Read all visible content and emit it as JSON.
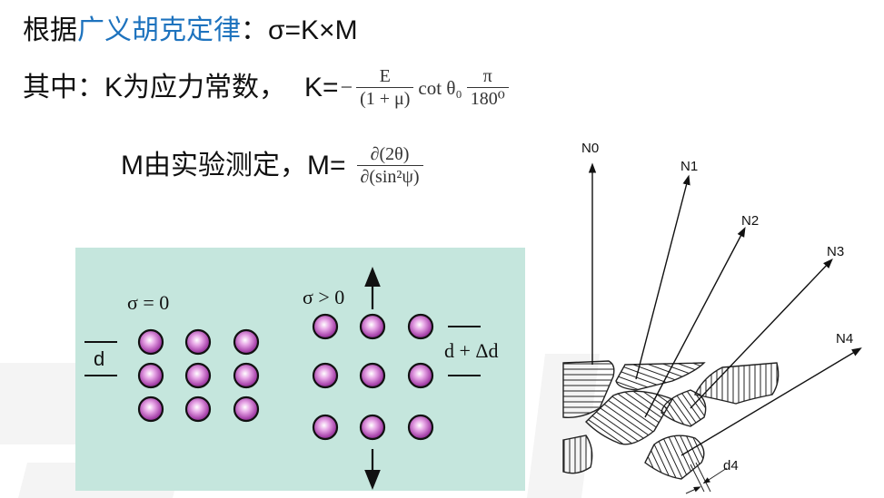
{
  "line1": {
    "prefix": "根据",
    "highlight": "广义胡克定律",
    "suffix": "：σ=K×M"
  },
  "line2": {
    "label": "其中：K为应力常数，",
    "lhs": "K=",
    "minus": "−",
    "frac1_num": "E",
    "frac1_den": "(1 + μ)",
    "middle": "cot θ₀",
    "frac2_num": "π",
    "frac2_den": "180⁰"
  },
  "line3": {
    "label": "M由实验测定，",
    "lhs": "M=",
    "frac_num": "∂(2θ)",
    "frac_den": "∂(sin²ψ)"
  },
  "lattice_figure": {
    "unstressed_label": "σ = 0",
    "stressed_label": "σ > 0",
    "spacing_label": "d",
    "stressed_spacing_label": "d + Δd",
    "unstressed_grid": "3x3",
    "stressed_grid": "3x3"
  },
  "grain_figure": {
    "normals": [
      "N0",
      "N1",
      "N2",
      "N3",
      "N4"
    ],
    "spacing_label": "d4"
  },
  "colors": {
    "highlight_blue": "#1e73be",
    "panel_bg": "#c5e6dd",
    "atom": "#b14fb5"
  }
}
